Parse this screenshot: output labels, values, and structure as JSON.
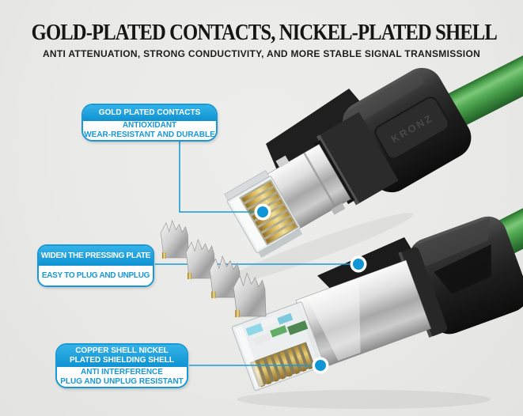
{
  "page": {
    "background_color": "#e9e9e7",
    "accent_blue": "#1898d7",
    "cable_green": "#4aa24c"
  },
  "header": {
    "title": "GOLD-PLATED CONTACTS, NICKEL-PLATED SHELL",
    "subtitle": "ANTI ATTENUATION, STRONG CONDUCTIVITY, AND MORE STABLE SIGNAL TRANSMISSION"
  },
  "callouts": [
    {
      "title": "GOLD PLATED CONTACTS",
      "body": "ANTIOXIDANT\nWEAR-RESISTANT AND DURABLE"
    },
    {
      "title": "WIDEN THE PRESSING PLATE",
      "body": "EASY TO PLUG AND UNPLUG"
    },
    {
      "title": "COPPER SHELL NICKEL\nPLATED SHIELDING SHELL",
      "body": "ANTI INTERFERENCE\nPLUG AND UNPLUG RESISTANT"
    }
  ],
  "product": {
    "brand": "KRONZ"
  }
}
